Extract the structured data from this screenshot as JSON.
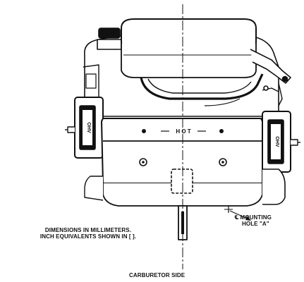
{
  "diagram": {
    "notes": {
      "dimensions_line1": "DIMENSIONS IN MILLIMETERS.",
      "dimensions_line2": "INCH EQUIVALENTS SHOWN IN [   ].",
      "mounting_line1": "℄ MOUNTING",
      "mounting_line2": "HOLE \"A\"",
      "carburetor": "CARBURETOR SIDE"
    },
    "labels": {
      "shroud_hot": "H O T",
      "cylinder_left": "OHV",
      "cylinder_right": "OHV"
    },
    "colors": {
      "ink": "#111111",
      "paper": "#ffffff"
    }
  }
}
